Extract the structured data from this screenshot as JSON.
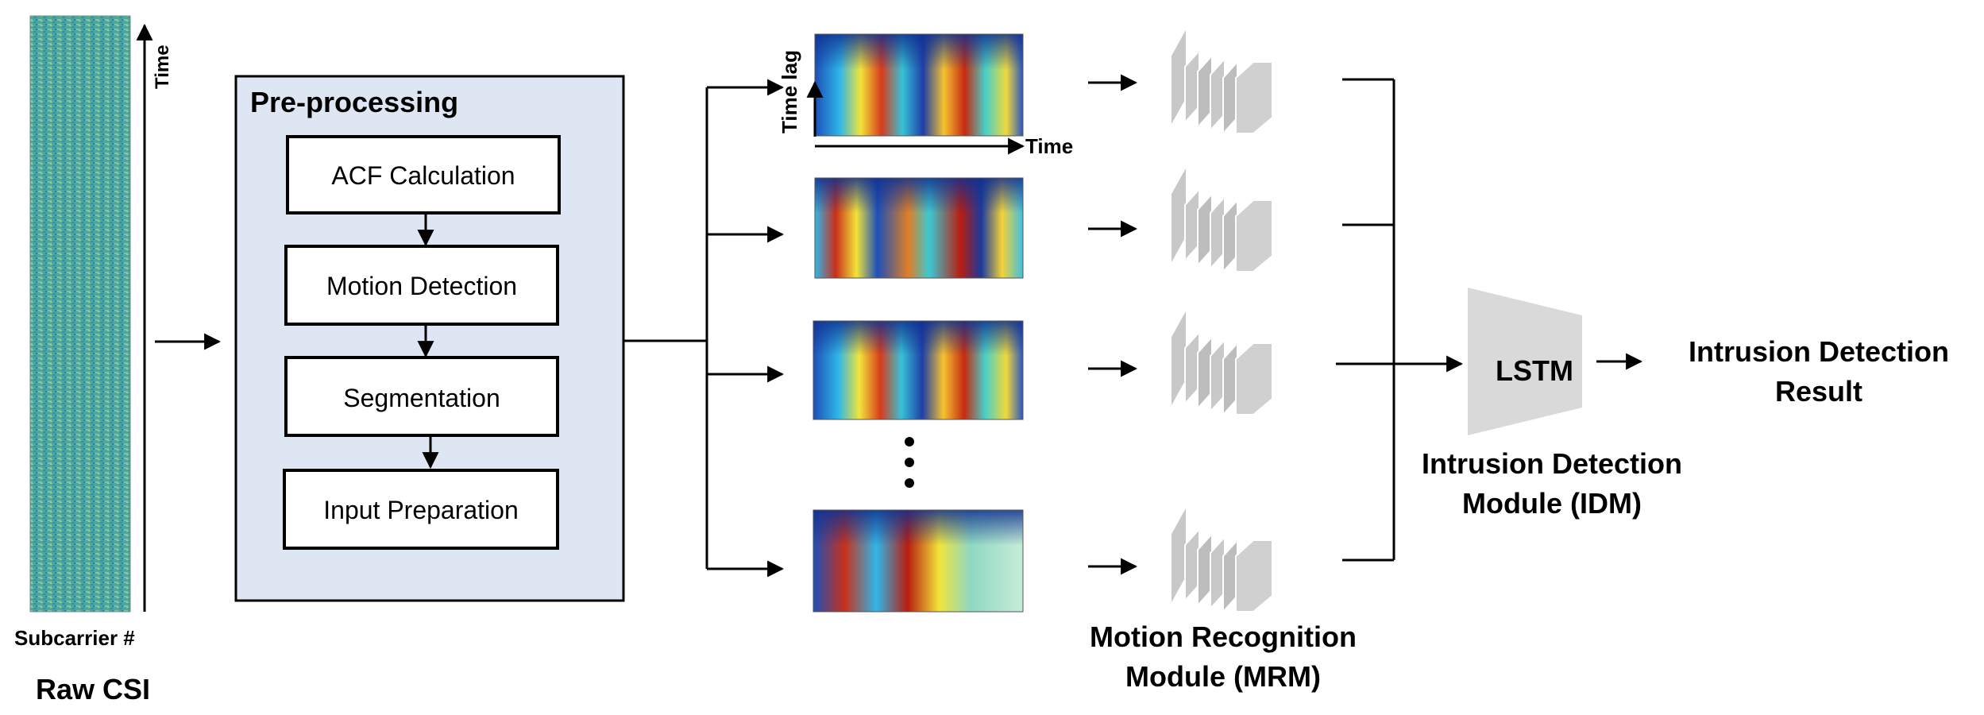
{
  "raw_csi": {
    "time_label": "Time",
    "subcarrier_label": "Subcarrier #",
    "title": "Raw CSI"
  },
  "preprocessing": {
    "title": "Pre-processing",
    "steps": [
      "ACF Calculation",
      "Motion Detection",
      "Segmentation",
      "Input Preparation"
    ]
  },
  "acf_maps": {
    "y_axis_label": "Time lag",
    "x_axis_label": "Time",
    "ellipsis": "⋮"
  },
  "mrm": {
    "title_line1": "Motion Recognition",
    "title_line2": "Module (MRM)"
  },
  "idm": {
    "lstm_label": "LSTM",
    "title_line1": "Intrusion Detection",
    "title_line2": "Module (IDM)"
  },
  "result": {
    "line1": "Intrusion Detection",
    "line2": "Result"
  },
  "colors": {
    "preproc_fill": "#dde6f2",
    "lstm_fill": "#d9d9d9",
    "cnn_fill": "#bfbfbf",
    "csi_base": "#4aa8a0",
    "line": "#000000"
  }
}
